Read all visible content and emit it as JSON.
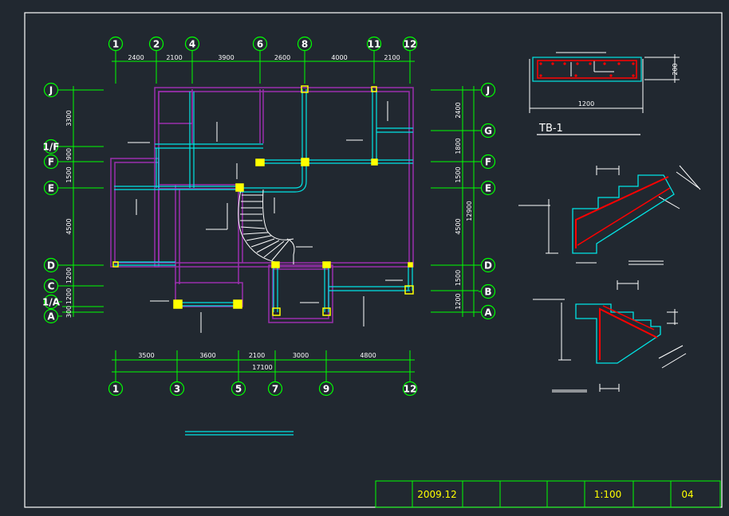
{
  "top_axes": [
    "1",
    "2",
    "4",
    "6",
    "8",
    "11",
    "12"
  ],
  "top_dims": [
    "2400",
    "2100",
    "3900",
    "2600",
    "4000",
    "2100"
  ],
  "bottom_axes": [
    "1",
    "3",
    "5",
    "7",
    "9",
    "12"
  ],
  "bottom_dims": [
    "3500",
    "3600",
    "2100",
    "3000",
    "4800"
  ],
  "bottom_total": "17100",
  "left_axes": [
    "J",
    "1/F",
    "F",
    "E",
    "D",
    "C",
    "1/A",
    "A"
  ],
  "left_dims": [
    "3300",
    "900",
    "1500",
    "4500",
    "1200",
    "1200",
    "300"
  ],
  "right_axes": [
    "J",
    "G",
    "F",
    "E",
    "D",
    "B",
    "A"
  ],
  "right_dims": [
    "2400",
    "1800",
    "1500",
    "4500",
    "1500",
    "1200"
  ],
  "right_total": "12900",
  "beam_section": {
    "width": "1200",
    "height": "200"
  },
  "tb_label": "TB-1",
  "title_block": {
    "date": "2009.12",
    "scale": "1:100",
    "sheet": "04"
  }
}
